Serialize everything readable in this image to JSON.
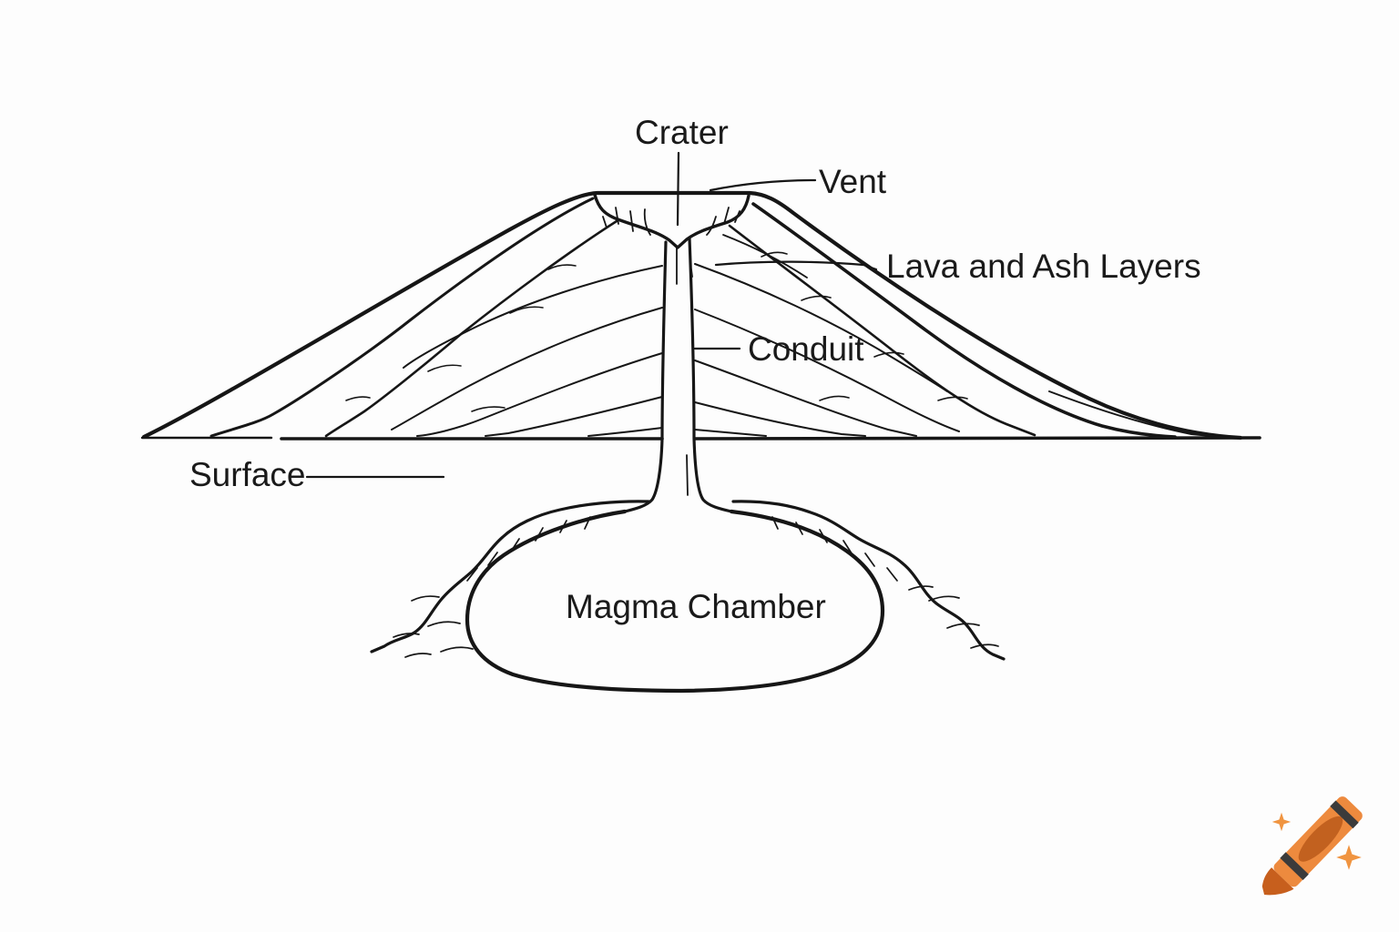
{
  "page": {
    "background_color": "#fdfdfd",
    "ink_color": "#161616",
    "text_color": "#1a1a1a"
  },
  "diagram": {
    "type": "volcano-cross-section",
    "labels": {
      "crater": "Crater",
      "vent": "Vent",
      "lava_and_ash_layers": "Lava and Ash Layers",
      "conduit": "Conduit",
      "surface": "Surface",
      "magma_chamber": "Magma Chamber"
    }
  },
  "branding": {
    "crayon_icon": {
      "name": "crayon-icon",
      "body_color": "#ed8a3e",
      "label_color": "#c2611f",
      "stripe_color": "#3b3b3b",
      "tip_color": "#c75f1d",
      "sparkle_color": "#f09440"
    }
  }
}
